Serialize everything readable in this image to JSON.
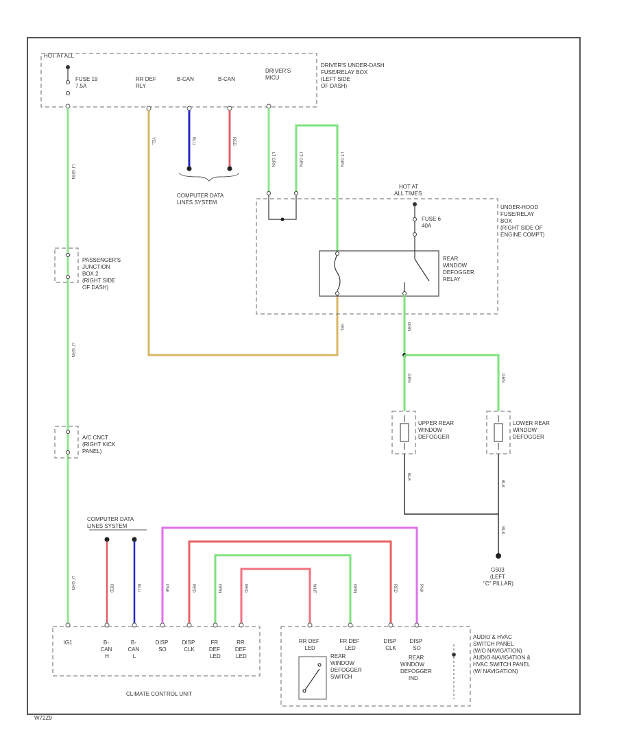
{
  "boxes": {
    "drivers_box": [
      "DRIVER'S UNDER-DASH",
      "FUSE/RELAY BOX",
      "(LEFT SIDE",
      "OF DASH)"
    ],
    "hot_at_all": "HOT AT ALL",
    "fuse_19": [
      "FUSE 19",
      "7.5A"
    ],
    "rr_def_relay": [
      "RR DEF",
      "RLY"
    ],
    "b_can_1": "B-CAN",
    "b_can_2": "B-CAN",
    "drivers_mcu": [
      "DRIVER'S",
      "MICU"
    ],
    "computer_data_lines_system": [
      "COMPUTER DATA",
      "LINES SYSTEM"
    ],
    "hot_at_all_times": [
      "HOT AT",
      "ALL TIMES"
    ],
    "under_hood_box": [
      "UNDER-HOOD",
      "FUSE/RELAY",
      "BOX",
      "(RIGHT SIDE OF",
      "ENGINE COMPT)"
    ],
    "fuse_6": [
      "FUSE 6",
      "40A"
    ],
    "rear_window_defogger_relay": [
      "REAR",
      "WINDOW",
      "DEFOGGER",
      "RELAY"
    ],
    "passengers_junction": [
      "PASSENGER'S",
      "JUNCTION",
      "BOX 2",
      "(RIGHT SIDE",
      "OF DASH)"
    ],
    "ac_cnct": [
      "A/C CNCT",
      "(RIGHT KICK",
      "PANEL)"
    ],
    "upper_defogger": [
      "UPPER REAR",
      "WINDOW",
      "DEFOGGER"
    ],
    "lower_defogger": [
      "LOWER REAR",
      "WINDOW",
      "DEFOGGER"
    ],
    "g503": [
      "G503",
      "(LEFT",
      "\"C\" PILLAR)"
    ],
    "computer_data_lines_system_2": [
      "COMPUTER DATA",
      "LINES SYSTEM"
    ],
    "ccu_pins": [
      [
        "IG1"
      ],
      [
        "B-",
        "CAN",
        "H"
      ],
      [
        "B-",
        "CAN",
        "L"
      ],
      [
        "DISP",
        "SO"
      ],
      [
        "DISP",
        "CLK"
      ],
      [
        "FR",
        "DEF",
        "LED"
      ],
      [
        "RR",
        "DEF",
        "LED"
      ]
    ],
    "climate_control_unit": "CLIMATE CONTROL UNIT",
    "switch_pins": [
      [
        "RR DEF",
        "LED"
      ],
      [
        "FR DEF",
        "LED"
      ],
      [
        "DISP",
        "CLK"
      ],
      [
        "DISP",
        "SO"
      ]
    ],
    "rear_window_defogger_switch": [
      "REAR",
      "WINDOW",
      "DEFOGGER",
      "SWITCH"
    ],
    "rear_window_defogger_ind": [
      "REAR",
      "WINDOW",
      "DEFOGGER",
      "IND"
    ],
    "audio_hvac_panel": [
      "AUDIO & HVAC",
      "SWITCH PANEL",
      "(W/O NAVIGATION)",
      "AUDIO-NAVIGATION &",
      "HVAC SWITCH PANEL",
      "(W/ NAVIGATION)"
    ],
    "diagram_id": "W72Z9"
  },
  "wire_labels": {
    "lt_grn": "LT GRN",
    "yel": "YEL",
    "blu": "BLU",
    "red": "RED",
    "grn": "GRN",
    "blk": "BLK",
    "pnk": "PNK",
    "wht": "WHT"
  },
  "colors": {
    "lt_grn": "#8ee68e",
    "yel": "#d9b665",
    "blu": "#2424c8",
    "red": "#e06068",
    "pnk": "#e070ec",
    "grn": "#7ee27e",
    "blk": "#333333",
    "frame": "#555555"
  }
}
